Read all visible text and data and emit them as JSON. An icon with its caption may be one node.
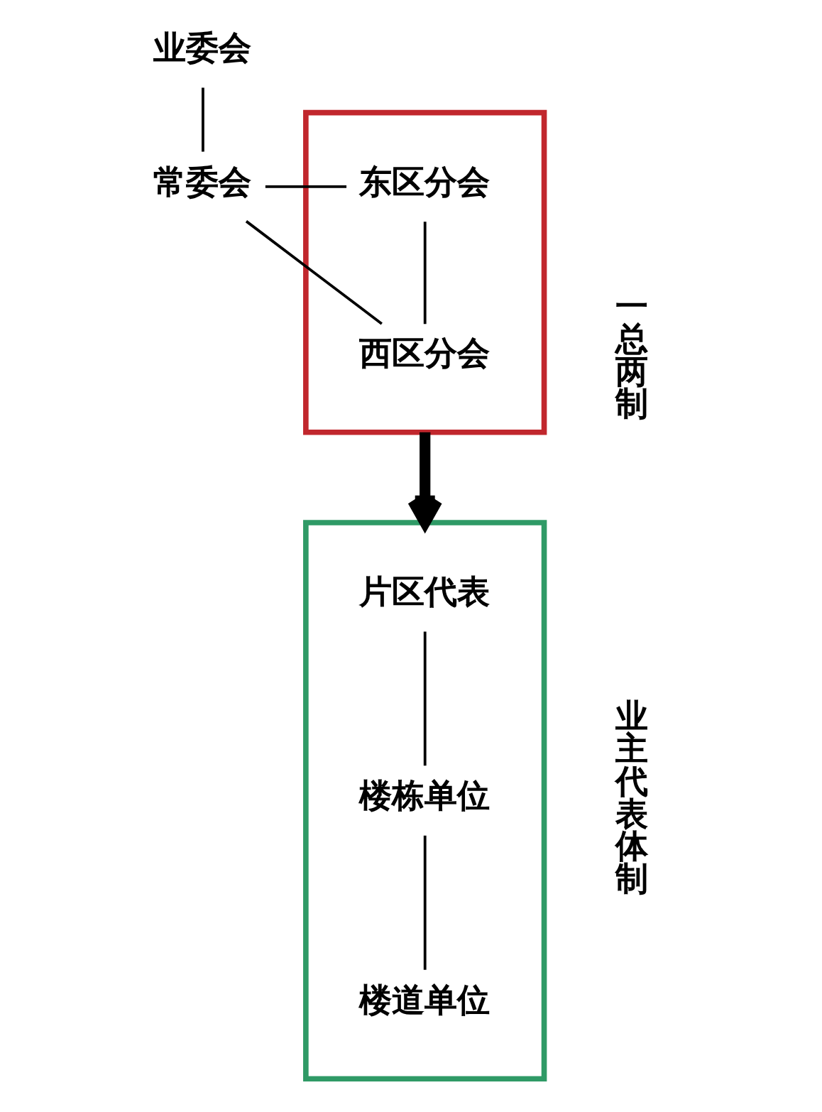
{
  "diagram": {
    "nodes": [
      {
        "text": [
          "业委会"
        ]
      },
      {
        "text": [
          "常委会"
        ]
      },
      {
        "text": [],
        "shape": "box",
        "beside": [
          "一总两制"
        ]
      },
      {
        "text": [
          "东区分会"
        ],
        "in": 2
      },
      {
        "text": [
          "西区分会"
        ],
        "in": 2
      },
      {
        "text": [],
        "shape": "box",
        "beside": [
          "业主代表体制"
        ]
      },
      {
        "text": [
          "片区代表"
        ],
        "in": 5
      },
      {
        "text": [
          "楼栋单位"
        ],
        "in": 5
      },
      {
        "text": [
          "楼道单位"
        ],
        "in": 5
      }
    ],
    "edges": [
      {
        "from": 0,
        "to": 1,
        "arrow": "none"
      },
      {
        "from": 1,
        "to": 3,
        "arrow": "none"
      },
      {
        "from": 1,
        "to": 4,
        "arrow": "none"
      },
      {
        "from": 3,
        "to": 4,
        "arrow": "none"
      },
      {
        "from": 2,
        "to": 5,
        "arrow": "to",
        "style": "thick"
      },
      {
        "from": 6,
        "to": 7,
        "arrow": "none"
      },
      {
        "from": 7,
        "to": 8,
        "arrow": "none"
      }
    ]
  }
}
